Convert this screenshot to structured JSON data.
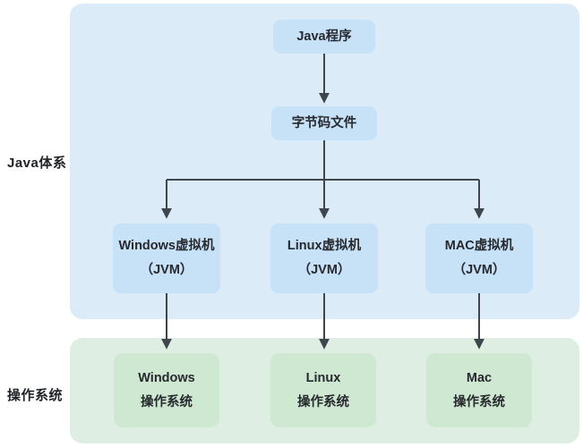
{
  "diagram": {
    "title_implicit": "Java cross-platform architecture",
    "side_labels": {
      "java_system": "Java体系",
      "operating_system": "操作系统"
    },
    "nodes": {
      "java_program": {
        "label": "Java程序"
      },
      "bytecode_file": {
        "label": "字节码文件"
      },
      "windows_jvm": {
        "line1": "Windows虚拟机",
        "line2": "（JVM）"
      },
      "linux_jvm": {
        "line1": "Linux虚拟机",
        "line2": "（JVM）"
      },
      "mac_jvm": {
        "line1": "MAC虚拟机",
        "line2": "（JVM）"
      },
      "windows_os": {
        "line1": "Windows",
        "line2": "操作系统"
      },
      "linux_os": {
        "line1": "Linux",
        "line2": "操作系统"
      },
      "mac_os": {
        "line1": "Mac",
        "line2": "操作系统"
      }
    },
    "edges": [
      "java_program -> bytecode_file",
      "bytecode_file -> windows_jvm",
      "bytecode_file -> linux_jvm",
      "bytecode_file -> mac_jvm",
      "windows_jvm -> windows_os",
      "linux_jvm -> linux_os",
      "mac_jvm -> mac_os"
    ],
    "colors": {
      "java_panel_bg": "#dcebf8",
      "java_node_bg": "#c7e1f7",
      "os_panel_bg": "#dfeee2",
      "os_node_bg": "#cfe8d2",
      "arrow": "#3f454c",
      "text": "#26292e"
    }
  }
}
